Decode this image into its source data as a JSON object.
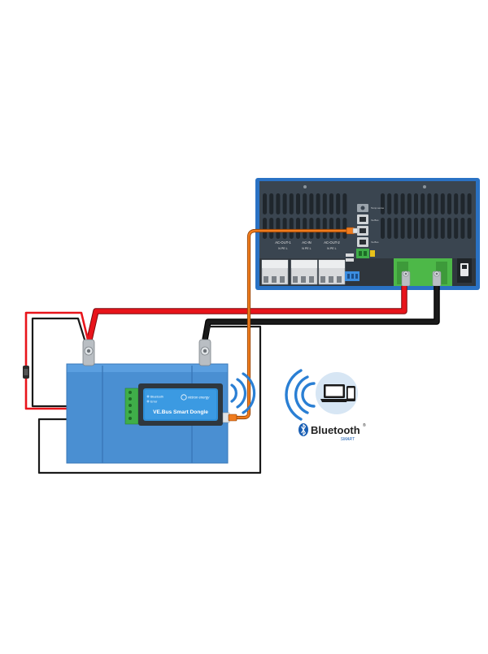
{
  "inverter": {
    "terminal_labels": {
      "ac_out_1": "AC-OUT-1",
      "ac_in": "AC-IN",
      "ac_out_2": "AC-OUT-2",
      "conductors": "N  PE  L"
    },
    "port_labels": [
      "Temp sense",
      "Ve.Bus",
      "Ve.Bus"
    ]
  },
  "dongle": {
    "brand": "victron energy",
    "indicators": [
      "Bluetooth",
      "Error"
    ],
    "name": "VE.Bus Smart Dongle"
  },
  "bluetooth": {
    "wordmark": "Bluetooth",
    "trademark": "®",
    "subtitle": "SMART"
  },
  "colors": {
    "positive_cable": "#e8141b",
    "negative_cable": "#1a1a1a",
    "vebus_cable": "#f07c1e",
    "battery": "#4a8fd2",
    "inverter_body": "#3a4550",
    "inverter_frame": "#2a72c4",
    "dongle_blue": "#2f8fd8",
    "wifi_blue": "#2a7fd4"
  }
}
